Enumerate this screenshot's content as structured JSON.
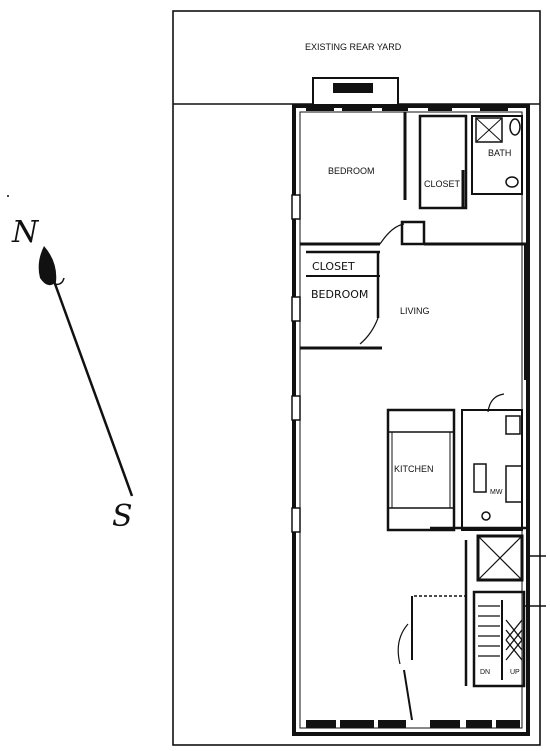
{
  "labels": {
    "rear_yard": "EXISTING REAR YARD",
    "bedroom_rear": "BEDROOM",
    "closet_rear": "CLOSET",
    "bath": "BATH",
    "closet_mid": "CLOSET",
    "bedroom_mid": "BEDROOM",
    "living": "LIVING",
    "kitchen": "KITCHEN",
    "mw": "MW",
    "dn": "DN",
    "up": "UP"
  },
  "compass": {
    "north": "N",
    "south": "S"
  },
  "colors": {
    "line": "#111111",
    "background": "#ffffff"
  }
}
